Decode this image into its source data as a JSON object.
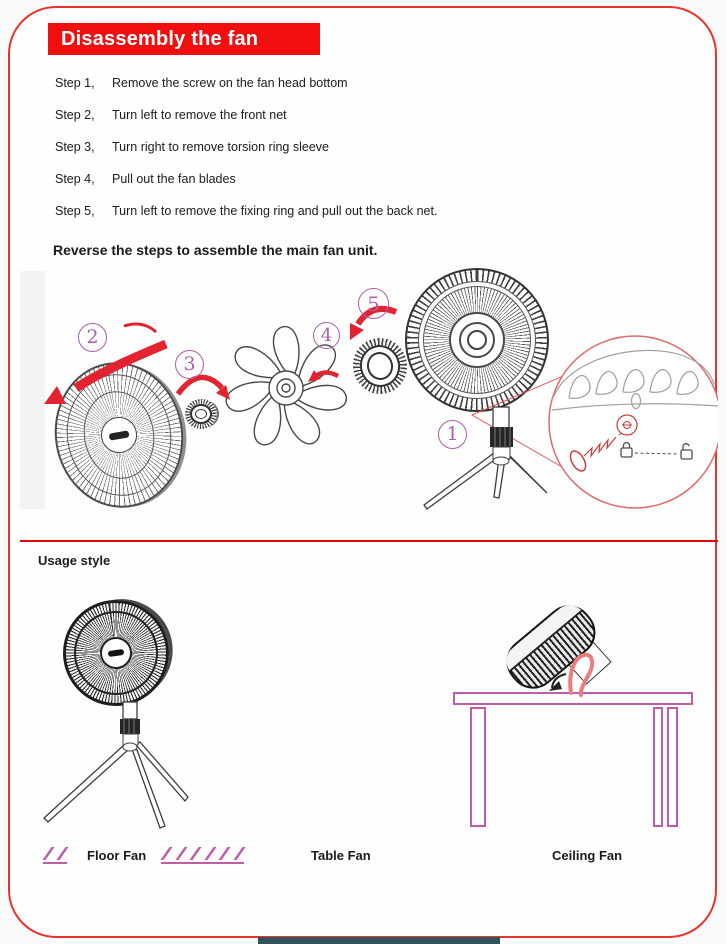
{
  "header": {
    "title": "Disassembly the fan"
  },
  "steps": [
    {
      "label": "Step 1,",
      "text": "Remove the screw on the fan head bottom"
    },
    {
      "label": "Step 2,",
      "text": "Turn left to remove the front net"
    },
    {
      "label": "Step 3,",
      "text": "Turn right to remove torsion ring sleeve"
    },
    {
      "label": "Step 4,",
      "text": "Pull out the fan blades"
    },
    {
      "label": "Step 5,",
      "text": "Turn left to remove the fixing ring and pull out the back net."
    }
  ],
  "assembly_note": "Reverse the steps to assemble the main fan unit.",
  "diagram": {
    "markers": {
      "step1": "1",
      "step2": "2",
      "step3": "3",
      "step4": "4",
      "step5": "5"
    }
  },
  "usage": {
    "heading": "Usage style",
    "floor_label": "Floor Fan",
    "table_label": "Table Fan",
    "ceiling_label": "Ceiling Fan"
  },
  "colors": {
    "header_red": "#f10e0e",
    "border_red": "#e7342d",
    "divider_red": "#e00606",
    "arrow_red": "#e32330",
    "marker_purple": "#ab5fab",
    "table_magenta": "#bf5da9",
    "bottom_bar_teal": "#30545a"
  }
}
